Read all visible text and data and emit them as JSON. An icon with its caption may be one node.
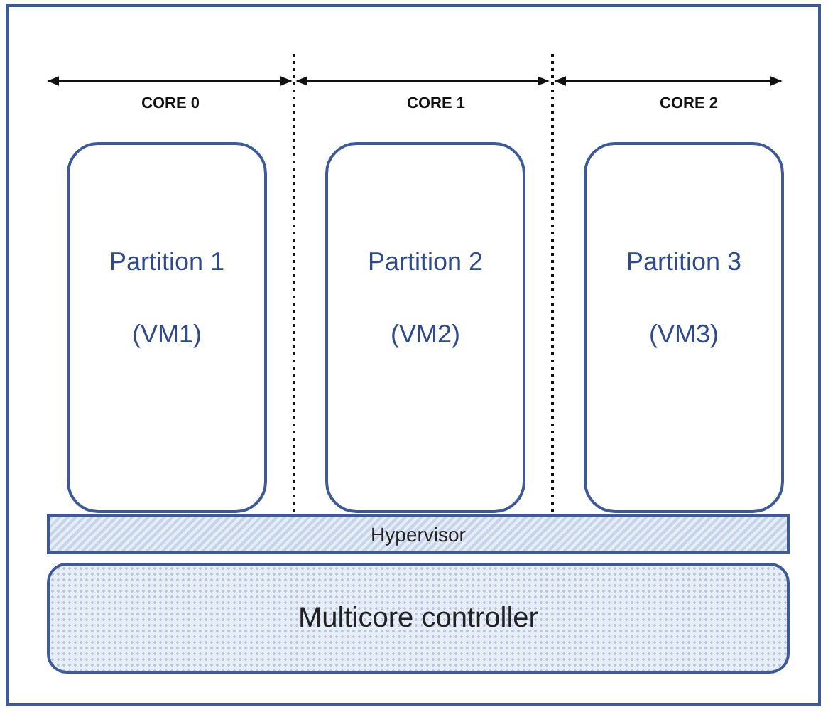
{
  "diagram": {
    "nodes": [
      {
        "text": [
          "Partition 1",
          "(VM1)"
        ]
      },
      {
        "text": [
          "Partition 2",
          "(VM2)"
        ]
      },
      {
        "text": [
          "Partition 3",
          "(VM3)"
        ]
      },
      {
        "text": [
          "Hypervisor"
        ]
      },
      {
        "text": [
          "Multicore controller"
        ]
      }
    ],
    "edges": [],
    "labels": [
      "CORE 0",
      "CORE 1",
      "CORE 2"
    ]
  }
}
